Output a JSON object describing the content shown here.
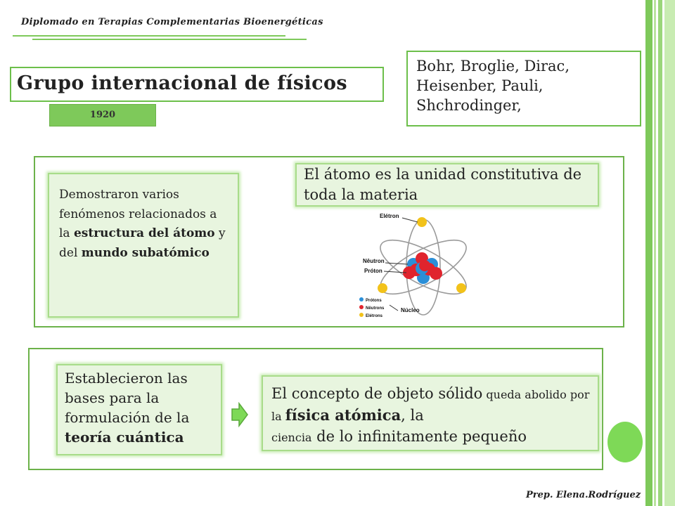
{
  "header": {
    "text": "Diplomado en Terapias Complementarias Bioenergéticas"
  },
  "title": {
    "text": "Grupo internacional de físicos"
  },
  "year": {
    "text": "1920"
  },
  "names": {
    "line1": "Bohr, Broglie, Dirac,",
    "line2": "Heisenber, Pauli,",
    "line3": "Shchrodinger,"
  },
  "card_fenomenos": {
    "t1": "Demostraron varios fenómenos relacionados a la ",
    "b1": "estructura del átomo",
    "t2": " y del ",
    "b2": "mundo subatómico"
  },
  "card_atomo": {
    "text": "El átomo es la unidad constitutiva de toda la materia"
  },
  "atom_diagram": {
    "electron_label": "Elétron",
    "neutron_label": "Nêutron",
    "proton_label": "Próton",
    "nucleus_label": "Núcleo",
    "legend": [
      "Prótons",
      "Nêutrons",
      "Elétrons"
    ],
    "colors": {
      "proton": "#e0242d",
      "neutron": "#2a8fd8",
      "electron": "#f2c21a",
      "orbit": "#9a9a9a"
    }
  },
  "card_bases": {
    "t1": "Establecieron las bases para la formulación de la ",
    "b1": "teoría cuántica"
  },
  "card_concepto": {
    "t1": "El concepto de objeto sólido",
    "t2": " queda abolido por la ",
    "b1": "física atómica",
    "t3": ", la",
    "t4": "ciencia",
    "t5": " de lo infinitamente pequeño"
  },
  "arrow": {
    "icon": "right-arrow-icon",
    "color": "#7ed957"
  },
  "footer": {
    "text": "Prep. Elena.Rodríguez"
  },
  "theme": {
    "accent": "#7ec95a",
    "card_bg": "#e8f5df",
    "border": "#6cb24a"
  }
}
